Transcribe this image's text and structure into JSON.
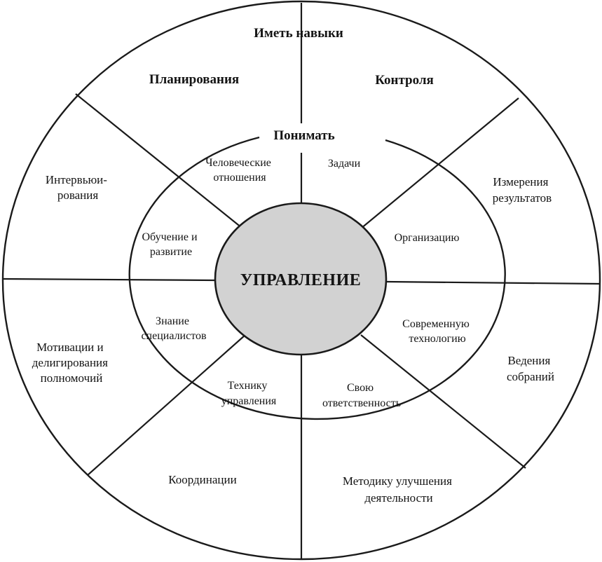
{
  "colors": {
    "ink": "#1a1a1a",
    "paper": "#ffffff",
    "center_fill": "#d2d2d2"
  },
  "center": {
    "label": "УПРАВЛЕНИЕ"
  },
  "outer_ring": {
    "heading": "Иметь навыки",
    "segments": [
      {
        "id": "planning",
        "lines": [
          "Планирования"
        ]
      },
      {
        "id": "control",
        "lines": [
          "Контроля"
        ]
      },
      {
        "id": "measurement",
        "lines": [
          "Измерения",
          "результатов"
        ]
      },
      {
        "id": "meetings",
        "lines": [
          "Ведения",
          "собраний"
        ]
      },
      {
        "id": "methods",
        "lines": [
          "Методику улучшения",
          "деятельности"
        ]
      },
      {
        "id": "coordination",
        "lines": [
          "Координации"
        ]
      },
      {
        "id": "motivation",
        "lines": [
          "Мотивации и",
          "делигирования",
          "полномочий"
        ]
      },
      {
        "id": "interviewing",
        "lines": [
          "Интервьюи-",
          "рования"
        ]
      }
    ]
  },
  "inner_ring": {
    "heading": "Понимать",
    "segments": [
      {
        "id": "human-relations",
        "lines": [
          "Человеческие",
          "отношения"
        ]
      },
      {
        "id": "tasks",
        "lines": [
          "Задачи"
        ]
      },
      {
        "id": "organization",
        "lines": [
          "Организацию"
        ]
      },
      {
        "id": "technology",
        "lines": [
          "Современную",
          "технологию"
        ]
      },
      {
        "id": "responsibility",
        "lines": [
          "Свою",
          "ответственность"
        ]
      },
      {
        "id": "technique",
        "lines": [
          "Технику",
          "управления"
        ]
      },
      {
        "id": "specialists",
        "lines": [
          "Знание",
          "специалистов"
        ]
      },
      {
        "id": "training",
        "lines": [
          "Обучение и",
          "развитие"
        ]
      }
    ]
  }
}
